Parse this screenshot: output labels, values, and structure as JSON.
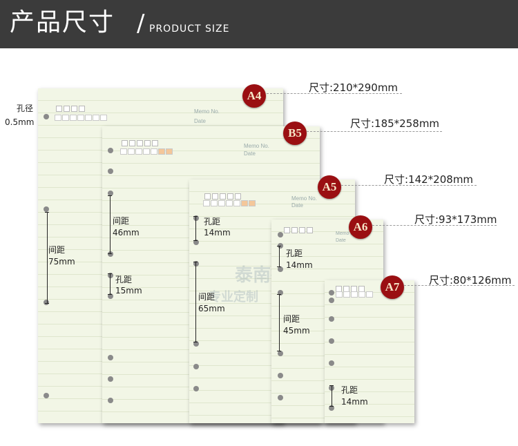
{
  "header": {
    "title": "产品尺寸",
    "slash": "/",
    "subtitle": "PRODUCT SIZE"
  },
  "hole_note": {
    "label": "孔径",
    "value": "0.5mm"
  },
  "sheets": {
    "a4": {
      "badge": "A4",
      "size": "尺寸:210*290mm",
      "memo": "Memo No.",
      "date": "Date"
    },
    "b5": {
      "badge": "B5",
      "size": "尺寸:185*258mm",
      "memo": "Memo No.",
      "date": "Date"
    },
    "a5": {
      "badge": "A5",
      "size": "尺寸:142*208mm",
      "memo": "Memo No.",
      "date": "Date"
    },
    "a6": {
      "badge": "A6",
      "size": "尺寸:93*173mm",
      "memo": "Memo No.",
      "date": "Date"
    },
    "a7": {
      "badge": "A7",
      "size": "尺寸:80*126mm"
    }
  },
  "dimensions": {
    "a4_spacing": {
      "label": "间距",
      "value": "75mm"
    },
    "b5_spacing": {
      "label": "间距",
      "value": "46mm"
    },
    "b5_hole": {
      "label": "孔距",
      "value": "15mm"
    },
    "a5_hole": {
      "label": "孔距",
      "value": "14mm"
    },
    "a5_spacing": {
      "label": "间距",
      "value": "65mm"
    },
    "a6_hole": {
      "label": "孔距",
      "value": "14mm"
    },
    "a6_spacing": {
      "label": "间距",
      "value": "45mm"
    },
    "a7_hole": {
      "label": "孔距",
      "value": "14mm"
    }
  },
  "watermark": {
    "line1": "泰南德文具",
    "line2": "专业定制"
  },
  "colors": {
    "banner": "#3b3b3b",
    "badge": "#9a0f12",
    "paper": "#f2f6e6"
  }
}
